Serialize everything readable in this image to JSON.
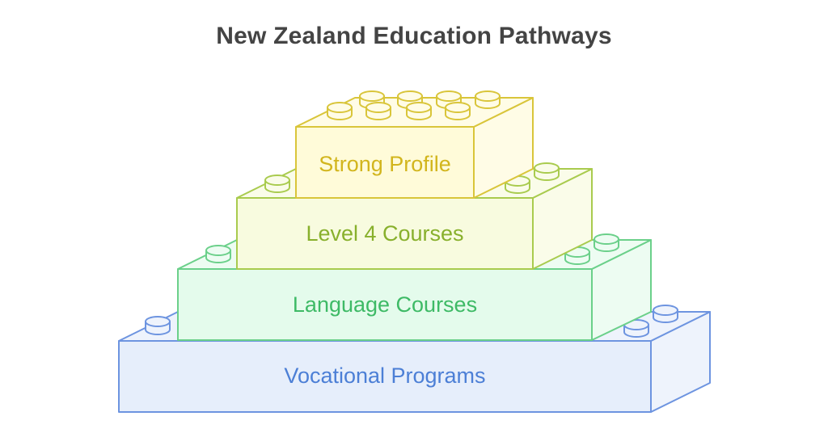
{
  "title": "New Zealand Education Pathways",
  "layers": [
    {
      "id": "strong-profile",
      "label": "Strong Profile",
      "stroke": "#D9C53A",
      "front": "#FFFBD9",
      "side": "#FFFCE6",
      "text": "#D2B51D"
    },
    {
      "id": "level-4-courses",
      "label": "Level 4 Courses",
      "stroke": "#A9CB4E",
      "front": "#F8FBDF",
      "side": "#FAFCE9",
      "text": "#88B02C"
    },
    {
      "id": "language-courses",
      "label": "Language Courses",
      "stroke": "#6BD08A",
      "front": "#E4FBEC",
      "side": "#EDFCF2",
      "text": "#3EBA66"
    },
    {
      "id": "vocational-programs",
      "label": "Vocational Programs",
      "stroke": "#6D94E0",
      "front": "#E6EEFB",
      "side": "#EEF3FC",
      "text": "#4C7FD6"
    }
  ]
}
